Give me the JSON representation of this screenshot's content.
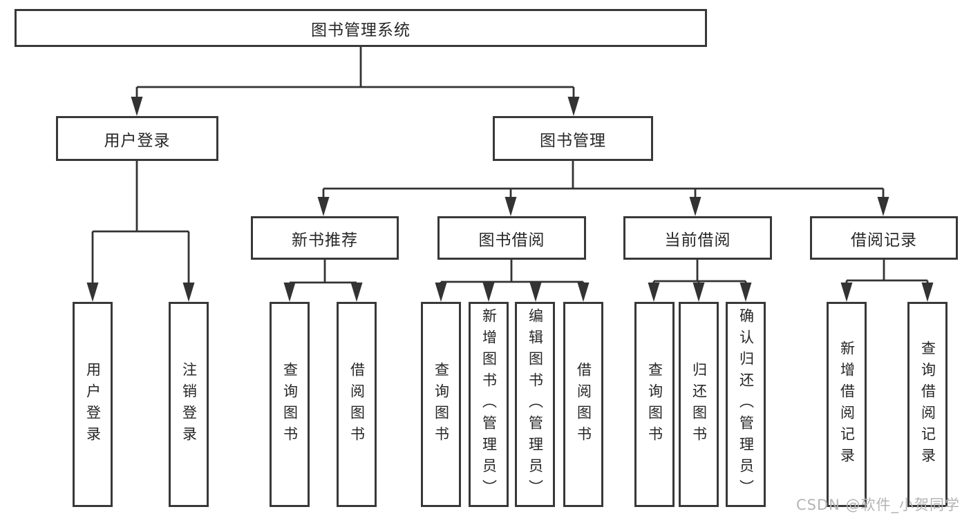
{
  "tree": {
    "label": "图书管理系统",
    "children": [
      {
        "label": "用户登录",
        "children": [
          {
            "label": "用户登录"
          },
          {
            "label": "注销登录"
          }
        ]
      },
      {
        "label": "图书管理",
        "children": [
          {
            "label": "新书推荐",
            "children": [
              {
                "label": "查询图书"
              },
              {
                "label": "借阅图书"
              }
            ]
          },
          {
            "label": "图书借阅",
            "children": [
              {
                "label": "查询图书"
              },
              {
                "label": "新增图书（管理员）"
              },
              {
                "label": "编辑图书（管理员）"
              },
              {
                "label": "借阅图书"
              }
            ]
          },
          {
            "label": "当前借阅",
            "children": [
              {
                "label": "查询图书"
              },
              {
                "label": "归还图书"
              },
              {
                "label": "确认归还（管理员）"
              }
            ]
          },
          {
            "label": "借阅记录",
            "children": [
              {
                "label": "新增借阅记录"
              },
              {
                "label": "查询借阅记录"
              }
            ]
          }
        ]
      }
    ]
  },
  "watermark": {
    "text": "CSDN @软件_小贺同学"
  },
  "colors": {
    "line": "#333333",
    "box_border": "#383838",
    "text": "#262626",
    "watermark": "#b4b4b4",
    "background": "#ffffff"
  }
}
